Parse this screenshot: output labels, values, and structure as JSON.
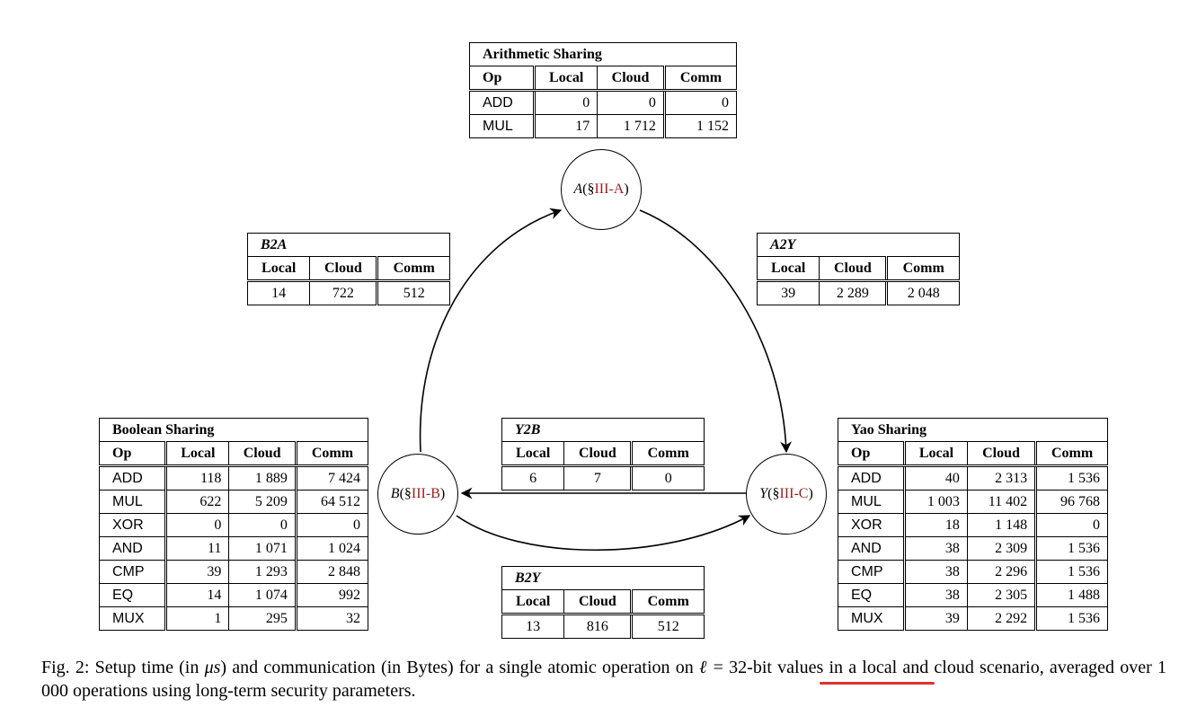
{
  "nodes": {
    "A": {
      "symbol": "A",
      "open": " (§",
      "ref": "III-A",
      "close": ")"
    },
    "B": {
      "symbol": "B",
      "open": " (§",
      "ref": "III-B",
      "close": ")"
    },
    "Y": {
      "symbol": "Y",
      "open": " (§",
      "ref": "III-C",
      "close": ")"
    }
  },
  "arith": {
    "title": "Arithmetic Sharing",
    "headers": [
      "Op",
      "Local",
      "Cloud",
      "Comm"
    ],
    "rows": [
      [
        "ADD",
        "0",
        "0",
        "0"
      ],
      [
        "MUL",
        "17",
        "1 712",
        "1 152"
      ]
    ]
  },
  "bool": {
    "title": "Boolean Sharing",
    "headers": [
      "Op",
      "Local",
      "Cloud",
      "Comm"
    ],
    "rows": [
      [
        "ADD",
        "118",
        "1 889",
        "7 424"
      ],
      [
        "MUL",
        "622",
        "5 209",
        "64 512"
      ],
      [
        "XOR",
        "0",
        "0",
        "0"
      ],
      [
        "AND",
        "11",
        "1 071",
        "1 024"
      ],
      [
        "CMP",
        "39",
        "1 293",
        "2 848"
      ],
      [
        "EQ",
        "14",
        "1 074",
        "992"
      ],
      [
        "MUX",
        "1",
        "295",
        "32"
      ]
    ]
  },
  "yao": {
    "title": "Yao Sharing",
    "headers": [
      "Op",
      "Local",
      "Cloud",
      "Comm"
    ],
    "rows": [
      [
        "ADD",
        "40",
        "2 313",
        "1 536"
      ],
      [
        "MUL",
        "1 003",
        "11 402",
        "96 768"
      ],
      [
        "XOR",
        "18",
        "1 148",
        "0"
      ],
      [
        "AND",
        "38",
        "2 309",
        "1 536"
      ],
      [
        "CMP",
        "38",
        "2 296",
        "1 536"
      ],
      [
        "EQ",
        "38",
        "2 305",
        "1 488"
      ],
      [
        "MUX",
        "39",
        "2 292",
        "1 536"
      ]
    ]
  },
  "b2a": {
    "title": "B2A",
    "headers": [
      "Local",
      "Cloud",
      "Comm"
    ],
    "values": [
      "14",
      "722",
      "512"
    ]
  },
  "a2y": {
    "title": "A2Y",
    "headers": [
      "Local",
      "Cloud",
      "Comm"
    ],
    "values": [
      "39",
      "2 289",
      "2 048"
    ]
  },
  "y2b": {
    "title": "Y2B",
    "headers": [
      "Local",
      "Cloud",
      "Comm"
    ],
    "values": [
      "6",
      "7",
      "0"
    ]
  },
  "b2y": {
    "title": "B2Y",
    "headers": [
      "Local",
      "Cloud",
      "Comm"
    ],
    "values": [
      "13",
      "816",
      "512"
    ]
  },
  "caption": {
    "p1": "Fig. 2: Setup time (in ",
    "mu": "μs",
    "p2": ") and communication (in Bytes) for a single atomic operation on ",
    "ell": "ℓ",
    "p3": " = 32-bit values in a local and cloud scenario, averaged over 1 000 operations using long-term security parameters."
  },
  "colors": {
    "ref": "#9b1c1c",
    "highlight": "#e03030"
  }
}
